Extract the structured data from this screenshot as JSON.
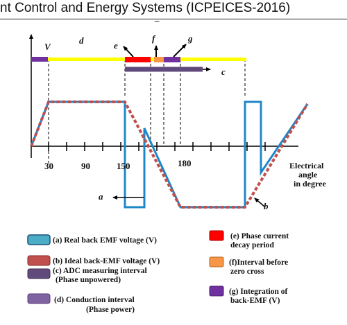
{
  "header": {
    "title": "nt Control and Energy Systems (ICPEICES-2016)"
  },
  "diagram": {
    "markers": {
      "V": "V",
      "d": "d",
      "e": "e",
      "f": "f",
      "g": "g",
      "c": "c",
      "a": "a",
      "b": "b",
      "top_dash": "–"
    },
    "ticks": [
      "30",
      "90",
      "150",
      "180"
    ],
    "axis_label": [
      "Electrical",
      "angle",
      "in degree"
    ],
    "colors": {
      "real_emf": "#1e87c8",
      "ideal_emf": "#c0504d",
      "conduction": "#7030a0",
      "adc": "#604a7b",
      "decay": "#ff0000",
      "interval_before_zc": "#f79646",
      "integration": "#7030a0",
      "unpowered_bar": "#ffff00"
    }
  },
  "legend": [
    {
      "icon": "real-emf",
      "lines": [
        "(a) Real back EMF voltage (V)"
      ]
    },
    {
      "icon": "ideal-emf",
      "lines": [
        "(b) Ideal back-EMF voltage (V)"
      ]
    },
    {
      "icon": "adc",
      "lines": [
        "(c) ADC measuring interval",
        "(Phase unpowered)"
      ]
    },
    {
      "icon": "conduction",
      "lines": [
        "(d) Conduction interval",
        "(Phase power)"
      ]
    },
    {
      "icon": "decay",
      "lines": [
        "(e) Phase current",
        "decay period"
      ]
    },
    {
      "icon": "interval",
      "lines": [
        "(f)Interval before",
        "zero cross"
      ]
    },
    {
      "icon": "integration",
      "lines": [
        "(g) Integration of",
        "back-EMF (V)"
      ]
    }
  ]
}
